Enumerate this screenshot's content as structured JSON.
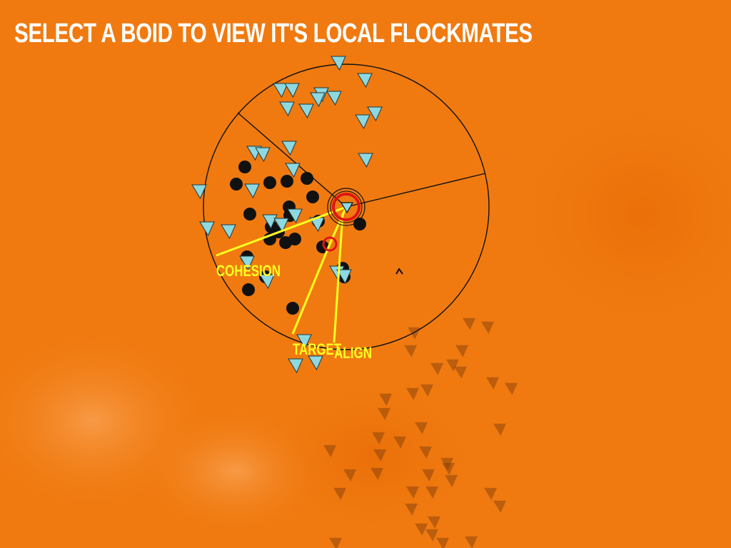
{
  "instruction": "SELECT A BOID TO VIEW IT'S LOCAL FLOCKMATES",
  "vector_labels": {
    "cohesion": "COHESION",
    "target": "TARGET",
    "align": "ALIGN"
  },
  "colors": {
    "background": "#f07a10",
    "flockmate_boid": "#8ed8e0",
    "neighbor_marker": "#111111",
    "selection_ring": "#e01515",
    "vector_line": "#ffff22",
    "distant_boid": "#7a3a08"
  },
  "icons": {
    "flockmate": "triangle-boid-icon",
    "neighbor": "dark-blob-marker",
    "selected": "red-target-ring-icon",
    "cursor": "arrow-cursor-icon"
  }
}
